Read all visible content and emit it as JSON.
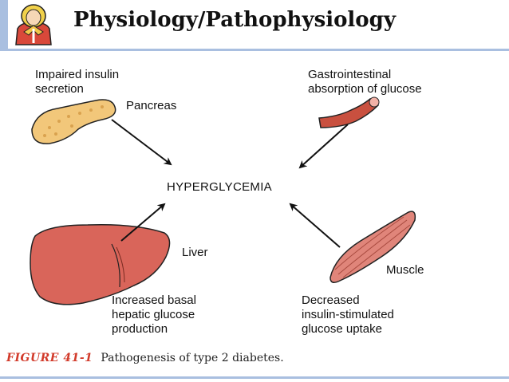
{
  "header": {
    "title": "Physiology/Pathophysiology"
  },
  "diagram": {
    "center": "HYPERGLYCEMIA",
    "pancreas": {
      "cause_line1": "Impaired insulin",
      "cause_line2": "secretion",
      "organ": "Pancreas"
    },
    "gi": {
      "cause_line1": "Gastrointestinal",
      "cause_line2": "absorption of glucose"
    },
    "liver": {
      "organ": "Liver",
      "cause_line1": "Increased basal",
      "cause_line2": "hepatic glucose",
      "cause_line3": "production"
    },
    "muscle": {
      "organ": "Muscle",
      "cause_line1": "Decreased",
      "cause_line2": "insulin-stimulated",
      "cause_line3": "glucose uptake"
    }
  },
  "caption": {
    "figure": "FIGURE 41-1",
    "text": "Pathogenesis of type 2 diabetes."
  },
  "colors": {
    "accent_bar": "#a9bfe0",
    "figure_label": "#d23a2a",
    "pancreas": "#f2c77a",
    "liver": "#d9655a",
    "muscle": "#e0857a",
    "intestine": "#c9503f"
  },
  "icons": [
    "person-logo-icon",
    "pancreas-icon",
    "intestine-icon",
    "liver-icon",
    "muscle-icon"
  ]
}
